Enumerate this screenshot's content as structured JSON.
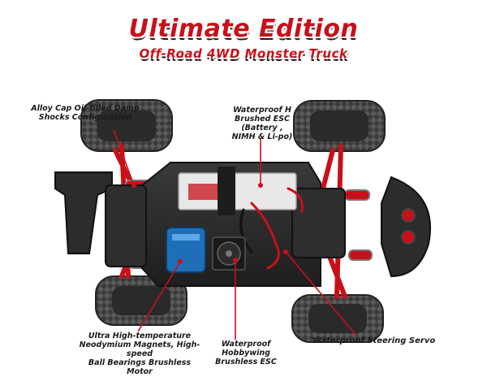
{
  "header": {
    "title": "Ultimate Edition",
    "subtitle": "Off-Road 4WD Monster Truck"
  },
  "callouts": {
    "shocks": [
      "Alloy Cap Oil-filled Damp",
      "Shocks Configuration"
    ],
    "esc": [
      "Waterproof H",
      "Brushed ESC (Battery ,",
      "NIMH & Li-po)"
    ],
    "motor": [
      "Ultra High-temperature",
      "Neodymium Magnets, High-speed",
      "Ball Bearings Brushless Motor"
    ],
    "hobbywing_esc": [
      "Waterproof Hobbywing",
      "Brushless ESC"
    ],
    "servo": "Waterproof Steering Servo"
  },
  "colors": {
    "accent_red": "#c8101a",
    "chassis": "#2b2b2b",
    "tire": "#3a3a3a",
    "motor_blue": "#1f6fb8"
  }
}
